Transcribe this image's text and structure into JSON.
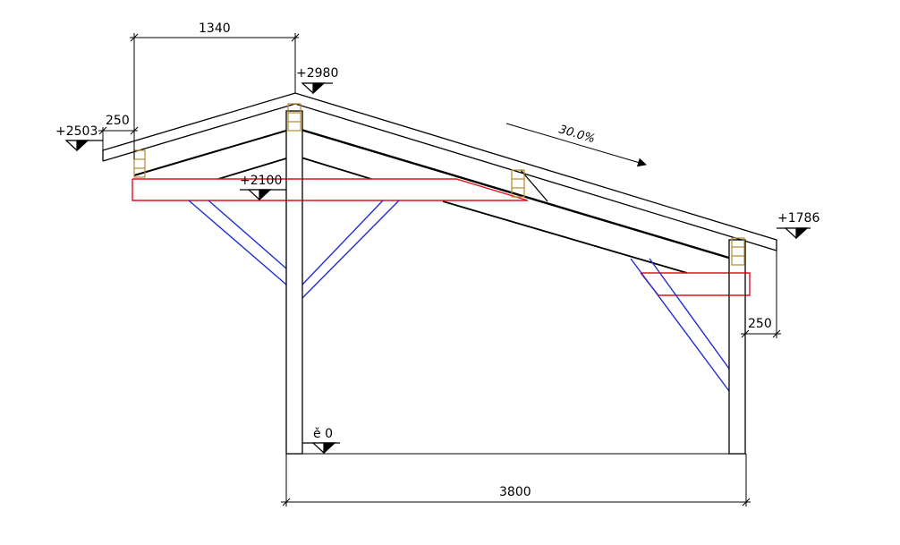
{
  "dimensions": {
    "top_overhang": "1340",
    "left_edge": "250",
    "right_edge": "250",
    "span": "3800"
  },
  "elevations": {
    "ridge": "+2980",
    "left_eave": "+2503",
    "beam": "+2100",
    "right_eave": "+1786",
    "ground": "ě 0"
  },
  "slope": "30.0%",
  "colors": {
    "line": "#000000",
    "beam": "#e0141e",
    "brace": "#1f2ed1",
    "wood_block": "#b58a2a"
  }
}
